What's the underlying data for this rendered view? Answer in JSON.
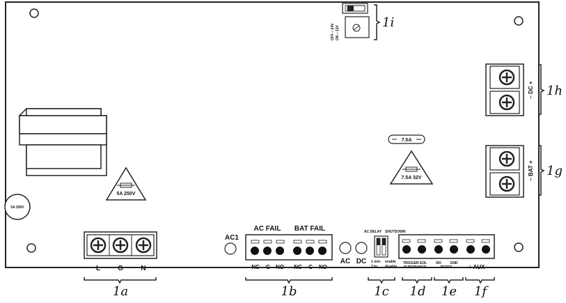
{
  "board": {
    "fuse_main_label": "5A 250V",
    "fuse_round_label": "5A 250V",
    "fuse_battery_value": "7.5A",
    "fuse_battery_label": "7.5A 32V",
    "voltage_switch": {
      "line1": "OFF – 24V",
      "line2": "ON – 12V"
    },
    "ac_terminals": [
      "L",
      "G",
      "N"
    ],
    "ac1_label": "AC1",
    "ac_fail_label": "AC FAIL",
    "bat_fail_label": "BAT FAIL",
    "ac_fail_pins": [
      "NC",
      "C",
      "NO"
    ],
    "bat_fail_pins": [
      "NC",
      "C",
      "NO"
    ],
    "led_ac_label": "AC",
    "led_dc_label": "DC",
    "ac_delay_label": "AC DELAY",
    "shutdown_label": "SHUTDOWN",
    "dip_text": {
      "left1": "1 min.",
      "left2": "2 hr.",
      "right1": "enable",
      "right2": "disable"
    },
    "trigger_label1": "TRIGGER EOL",
    "trigger_label2": "SUPERVISED",
    "reset_label_no": "NO",
    "reset_label_gnd": "GND",
    "reset_label": "RESET",
    "aux_label": "+ AUX –",
    "dc_output_label": "– DC +",
    "bat_label": "– BAT +"
  },
  "callouts": {
    "c1a": "1a",
    "c1b": "1b",
    "c1c": "1c",
    "c1d": "1d",
    "c1e": "1e",
    "c1f": "1f",
    "c1g": "1g",
    "c1h": "1h",
    "c1i": "1i"
  }
}
